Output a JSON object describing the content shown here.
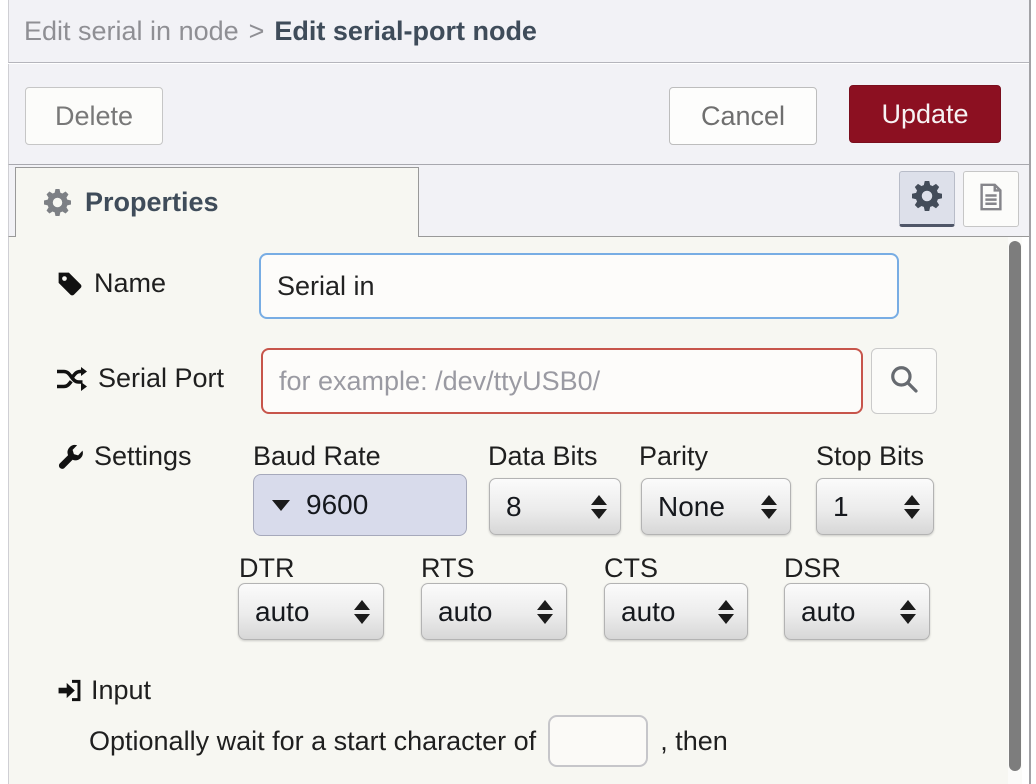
{
  "window": {
    "breadcrumb": {
      "parent": "Edit serial in node",
      "separator": ">",
      "current": "Edit serial-port node"
    }
  },
  "toolbar": {
    "delete_label": "Delete",
    "cancel_label": "Cancel",
    "update_label": "Update"
  },
  "tabs": {
    "properties_label": "Properties"
  },
  "form": {
    "name": {
      "label": "Name",
      "value": "Serial in"
    },
    "serial_port": {
      "label": "Serial Port",
      "placeholder": "for example: /dev/ttyUSB0/"
    },
    "settings": {
      "label": "Settings",
      "baud_rate": {
        "label": "Baud Rate",
        "value": "9600"
      },
      "data_bits": {
        "label": "Data Bits",
        "value": "8"
      },
      "parity": {
        "label": "Parity",
        "value": "None"
      },
      "stop_bits": {
        "label": "Stop Bits",
        "value": "1"
      },
      "dtr": {
        "label": "DTR",
        "value": "auto"
      },
      "rts": {
        "label": "RTS",
        "value": "auto"
      },
      "cts": {
        "label": "CTS",
        "value": "auto"
      },
      "dsr": {
        "label": "DSR",
        "value": "auto"
      }
    },
    "input_section": {
      "label": "Input",
      "wait_text_before": "Optionally wait for a start character of",
      "start_character_value": "",
      "wait_text_after": ", then"
    }
  },
  "icons": {
    "tab": "gear-icon",
    "name_field": "tag-icon",
    "serial_port_field": "random-icon",
    "settings_field": "wrench-icon",
    "input_field": "sign-in-icon",
    "port_lookup": "search-icon",
    "tab_buttons": [
      "gear-icon",
      "document-icon"
    ],
    "selects": "up-down-arrows-icon"
  },
  "colors": {
    "update_button": "#8c1021",
    "error_border": "#c7554b",
    "focus_border": "#78ade4",
    "baud_select_bg": "#d8dbeb",
    "header_bg": "#f2f2f6",
    "panel_bg": "#f7f7f2"
  }
}
